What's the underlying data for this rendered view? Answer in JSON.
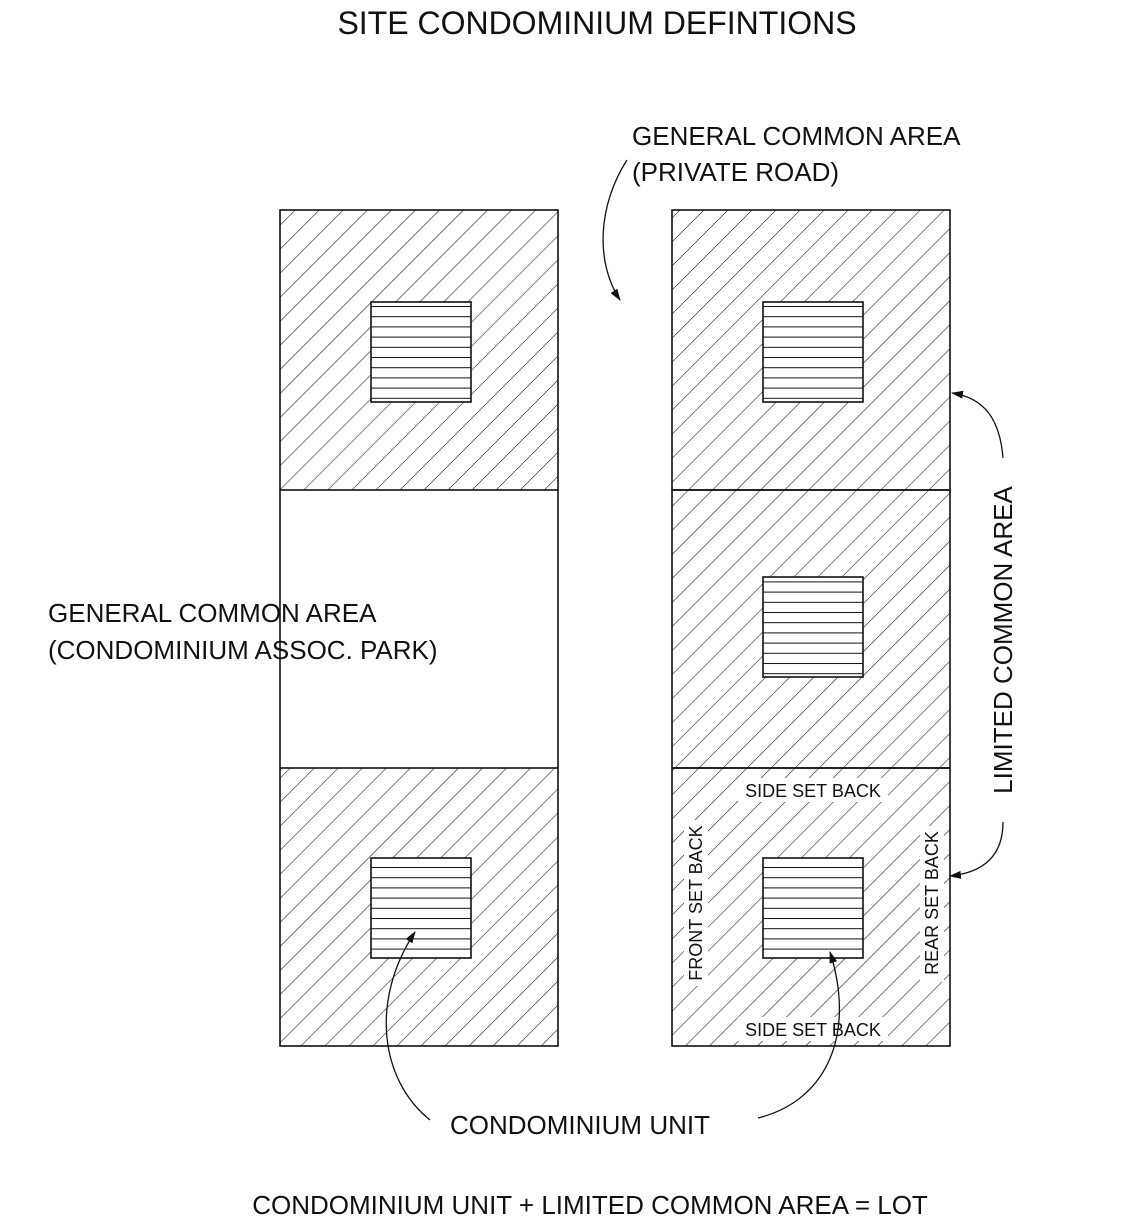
{
  "title": "SITE CONDOMINIUM DEFINTIONS",
  "labels": {
    "road_line1": "GENERAL COMMON AREA",
    "road_line2": "(PRIVATE ROAD)",
    "park_line1": "GENERAL COMMON AREA",
    "park_line2": "(CONDOMINIUM ASSOC. PARK)",
    "limited_common_area": "LIMITED COMMON AREA",
    "side_setback_top": "SIDE SET BACK",
    "side_setback_bottom": "SIDE SET BACK",
    "front_setback": "FRONT SET BACK",
    "rear_setback": "REAR SET BACK",
    "condo_unit": "CONDOMINIUM UNIT",
    "equation": "CONDOMINIUM UNIT + LIMITED COMMON AREA = LOT"
  },
  "colors": {
    "ink": "#111111",
    "background": "#ffffff"
  }
}
